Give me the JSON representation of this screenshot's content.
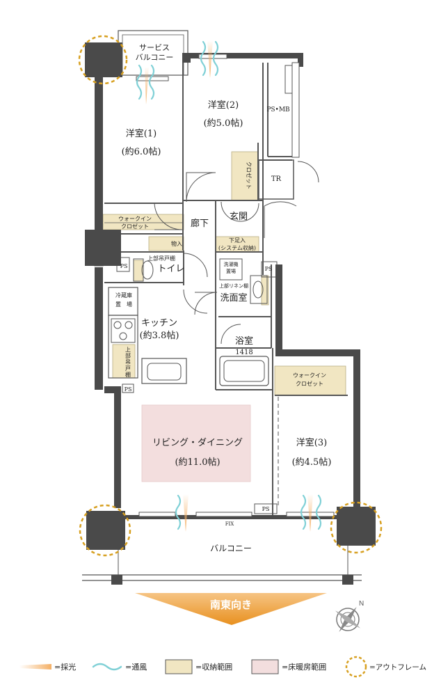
{
  "colors": {
    "wall": "#4a4a4a",
    "storage": "#f1e6c2",
    "heating": "#f3dede",
    "light": "#f4b066",
    "wind": "#7fd0d6",
    "outframe": "#d7a021",
    "arrow": "#eb9b30"
  },
  "rooms": {
    "service_balcony_1": "サービス",
    "service_balcony_2": "バルコニー",
    "western1": "洋室(1)",
    "western1_size": "(約6.0帖)",
    "western2": "洋室(2)",
    "western2_size": "(約5.0帖)",
    "psmb": "PS•MB",
    "closet": "クロゼット",
    "tr": "TR",
    "hallway": "廊下",
    "entrance": "玄関",
    "walkin_1": "ウォークイン",
    "walkin_2": "クロゼット",
    "storage": "物入",
    "shoe_1": "下足入",
    "shoe_2": "(システム収納)",
    "upper_cabinet": "上部吊戸棚",
    "ps": "PS",
    "toilet": "トイレ",
    "washer_1": "洗濯機",
    "washer_2": "置場",
    "linen": "上部リネン棚",
    "washroom": "洗面室",
    "fridge_1": "冷蔵庫",
    "fridge_2": "置　場",
    "kitchen": "キッチン",
    "kitchen_size": "(約3.8帖)",
    "bath": "浴室",
    "bath_size": "1418",
    "kitchen_shelf_1": "上",
    "kitchen_shelf_2": "部",
    "kitchen_shelf_3": "吊",
    "kitchen_shelf_4": "戸",
    "kitchen_shelf_5": "棚",
    "walkin3_1": "ウォークイン",
    "walkin3_2": "クロゼット",
    "living": "リビング・ダイニング",
    "living_size": "(約11.0帖)",
    "western3": "洋室(3)",
    "western3_size": "(約4.5帖)",
    "fix": "FIX",
    "balcony": "バルコニー"
  },
  "orientation": "南東向き",
  "compass_letter": "N",
  "legend": {
    "light": "=採光",
    "wind": "=通風",
    "storage": "=収納範囲",
    "heating": "=床暖房範囲",
    "outframe": "=アウトフレーム"
  }
}
